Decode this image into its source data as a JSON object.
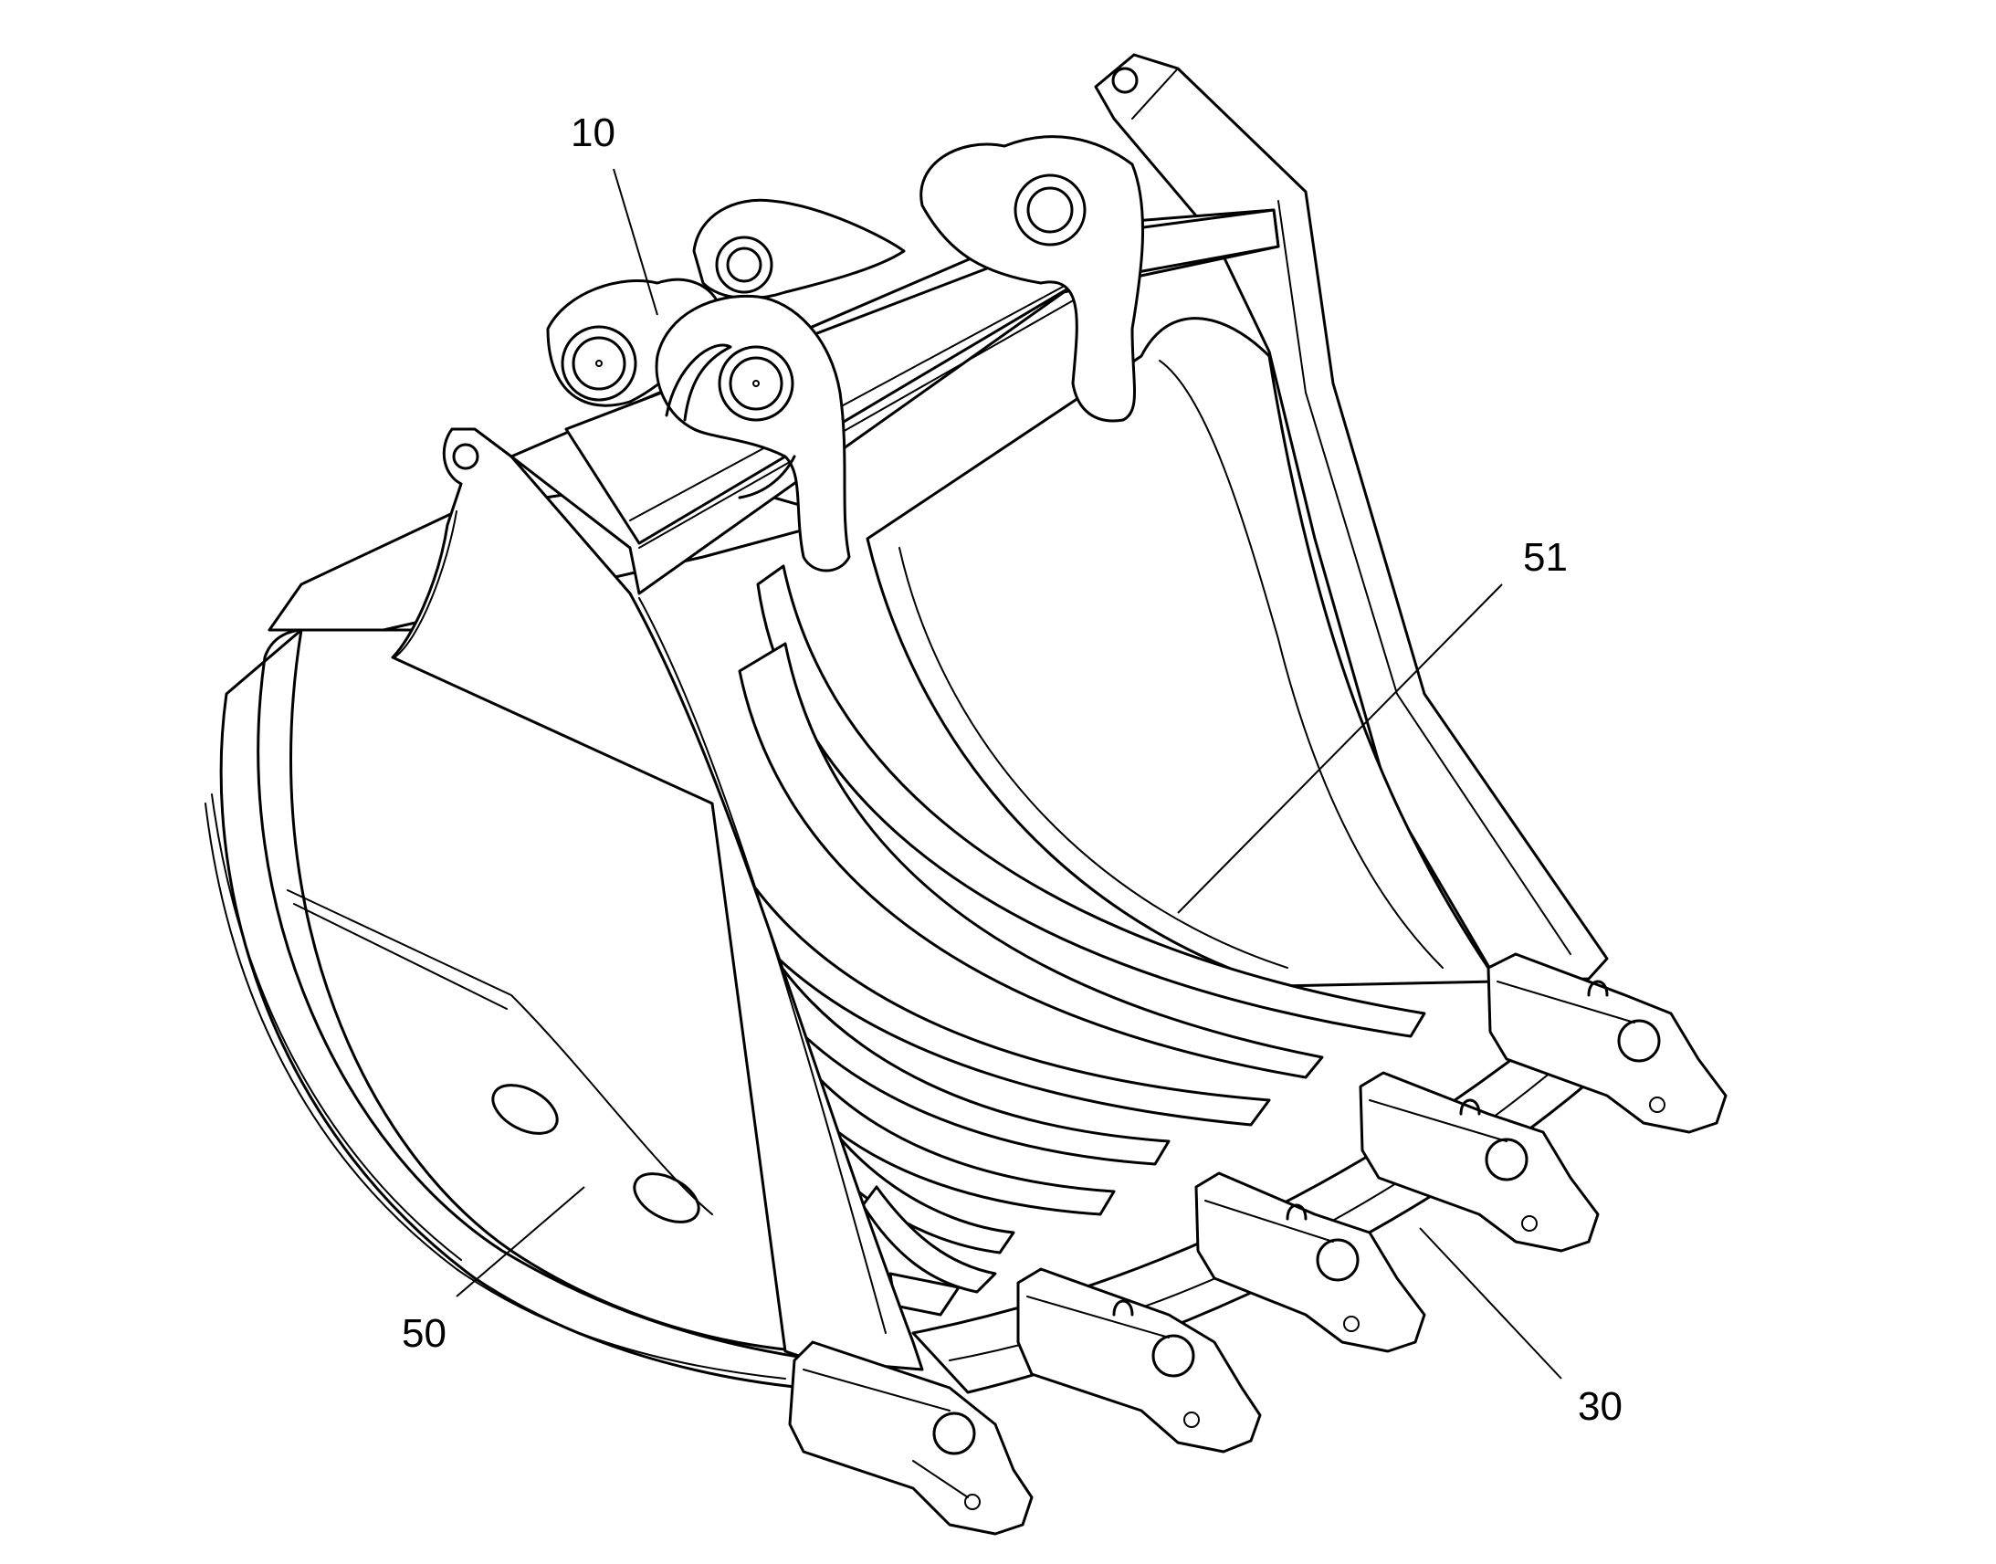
{
  "figure": {
    "reference_numerals": [
      {
        "id": "ref-10",
        "text": "10"
      },
      {
        "id": "ref-51",
        "text": "51"
      },
      {
        "id": "ref-50",
        "text": "50"
      },
      {
        "id": "ref-30",
        "text": "30"
      }
    ],
    "line_color": "#000000",
    "background_color": "#ffffff"
  }
}
